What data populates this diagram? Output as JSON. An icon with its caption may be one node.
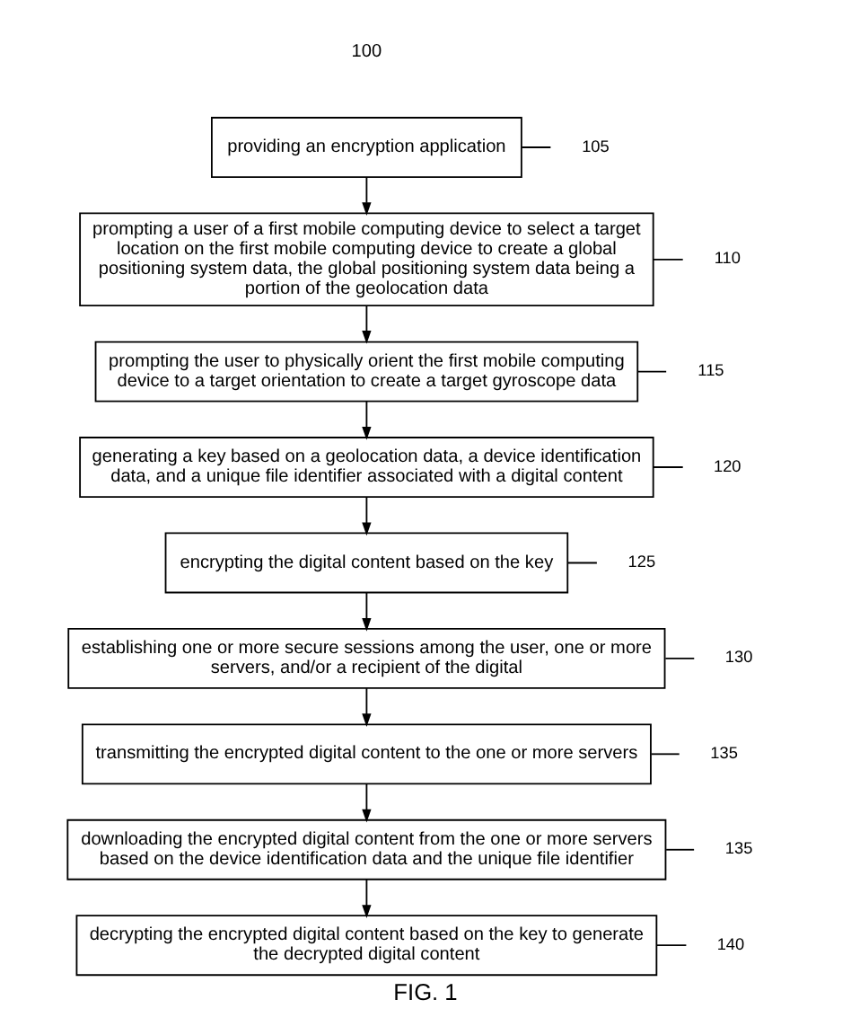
{
  "diagram": {
    "caption": "FIG. 1",
    "nodes": [
      {
        "text": [
          "providing an encryption application"
        ]
      },
      {
        "text": [
          "prompting a user of a first mobile computing device to select a target location on the first mobile computing device to create a global positioning system data, the global positioning system data being a portion of the geolocation data"
        ]
      },
      {
        "text": [
          "prompting the user to physically orient the first mobile computing device to a target orientation to create a target gyroscope data"
        ]
      },
      {
        "text": [
          "generating a key based on a geolocation data, a device identification data, and a unique file identifier associated with a digital content"
        ]
      },
      {
        "text": [
          "encrypting the digital content based on the key"
        ]
      },
      {
        "text": [
          "establishing one or more secure sessions among the user, one or more servers, and/or a recipient of the digital"
        ]
      },
      {
        "text": [
          "transmitting the encrypted digital content to the one or more servers"
        ]
      },
      {
        "text": [
          "downloading the encrypted digital content from the one or more servers based on the device identification data and the unique file identifier"
        ]
      },
      {
        "text": [
          "decrypting the encrypted digital content based on the key to generate the decrypted digital content"
        ]
      },
      {
        "text": [
          "105"
        ]
      },
      {
        "text": [
          "110"
        ]
      },
      {
        "text": [
          "115"
        ]
      },
      {
        "text": [
          "120"
        ]
      },
      {
        "text": [
          "125"
        ]
      },
      {
        "text": [
          "130"
        ]
      },
      {
        "text": [
          "135"
        ]
      },
      {
        "text": [
          "135"
        ]
      },
      {
        "text": [
          "140"
        ]
      }
    ],
    "edges": [
      {
        "from": 0,
        "to": 1,
        "arrow": "to"
      },
      {
        "from": 1,
        "to": 2,
        "arrow": "to"
      },
      {
        "from": 2,
        "to": 3,
        "arrow": "to"
      },
      {
        "from": 3,
        "to": 4,
        "arrow": "to"
      },
      {
        "from": 4,
        "to": 5,
        "arrow": "to"
      },
      {
        "from": 5,
        "to": 6,
        "arrow": "to"
      },
      {
        "from": 6,
        "to": 7,
        "arrow": "to"
      },
      {
        "from": 7,
        "to": 8,
        "arrow": "to"
      },
      {
        "from": 9,
        "to": 0,
        "arrow": "none"
      },
      {
        "from": 10,
        "to": 1,
        "arrow": "none"
      },
      {
        "from": 11,
        "to": 2,
        "arrow": "none"
      },
      {
        "from": 12,
        "to": 3,
        "arrow": "none"
      },
      {
        "from": 13,
        "to": 4,
        "arrow": "none"
      },
      {
        "from": 14,
        "to": 5,
        "arrow": "none"
      },
      {
        "from": 15,
        "to": 6,
        "arrow": "none"
      },
      {
        "from": 16,
        "to": 7,
        "arrow": "none"
      },
      {
        "from": 17,
        "to": 8,
        "arrow": "none"
      }
    ],
    "labels": [
      "100"
    ]
  }
}
